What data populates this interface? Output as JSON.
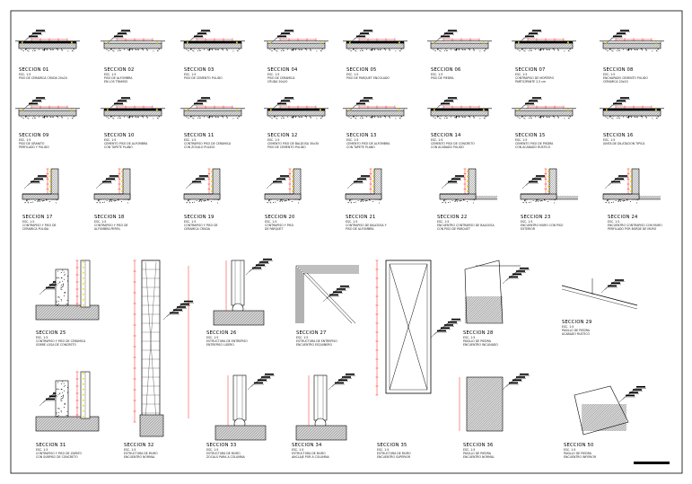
{
  "sheet": {
    "row1": [
      {
        "title": "SECCION 01",
        "lines": [
          "ESC. 1:5",
          "PISO DE CERAMICA CRUDA 20x20"
        ]
      },
      {
        "title": "SECCION 02",
        "lines": [
          "ESC. 1:5",
          "PISO DE ALFOMBRA",
          "EN LOS TRAMOS"
        ]
      },
      {
        "title": "SECCION 03",
        "lines": [
          "ESC. 1:5",
          "PISO DE CEMENTO PULIDO"
        ]
      },
      {
        "title": "SECCION 04",
        "lines": [
          "ESC. 1:5",
          "PISO DE CERAMICA",
          "CRUDA 20x20"
        ]
      },
      {
        "title": "SECCION 05",
        "lines": [
          "ESC. 1:5",
          "PISO DE PARQUET ENCOLADO"
        ]
      },
      {
        "title": "SECCION 06",
        "lines": [
          "ESC. 1:5",
          "PISO DE PIEDRA"
        ]
      },
      {
        "title": "SECCION 07",
        "lines": [
          "ESC. 1:5",
          "CONTRAPISO DE MORTERO",
          "PARTICIPANTE 2,5 cm"
        ]
      },
      {
        "title": "SECCION 08",
        "lines": [
          "ESC. 1:5",
          "ENCHAPADO CEMENTO PULIDO",
          "CERAMICA 20x20"
        ]
      }
    ],
    "row2": [
      {
        "title": "SECCION 09",
        "lines": [
          "ESC. 1:5",
          "PISO DE GRANITO",
          "PERFILADO Y PULIDO"
        ]
      },
      {
        "title": "SECCION 10",
        "lines": [
          "ESC. 1:5",
          "CEMENTO PISO DE ALFOMBRA",
          "CON TAPETE PLANO"
        ]
      },
      {
        "title": "SECCION 11",
        "lines": [
          "ESC. 1:5",
          "CONTRAPISO PISO DE CERAMICA",
          "CON ZOCALO PULIDO"
        ]
      },
      {
        "title": "SECCION 12",
        "lines": [
          "ESC. 1:5",
          "CEMENTO PISO DE BALDOSA 30x30",
          "PISO DE CEMENTO PULIDO"
        ]
      },
      {
        "title": "SECCION 13",
        "lines": [
          "ESC. 1:5",
          "CEMENTO PISO DE ALFOMBRA",
          "CON TAPETE PLANO"
        ]
      },
      {
        "title": "SECCION 14",
        "lines": [
          "ESC. 1:5",
          "CEMENTO PISO DE CONCRETO",
          "CON ACABADO PULIDO"
        ]
      },
      {
        "title": "SECCION 15",
        "lines": [
          "ESC. 1:5",
          "CEMENTO PISO DE PIEDRA",
          "CON ACABADO RUSTICO"
        ]
      },
      {
        "title": "SECCION 16",
        "lines": [
          "ESC. 1:5",
          "JUNTA DE DILATACION TIPICA"
        ]
      }
    ],
    "row3": [
      {
        "title": "SECCION 17",
        "lines": [
          "ESC. 1:5",
          "CONTRAPISO Y PISO DE",
          "CERAMICA PULIDA"
        ]
      },
      {
        "title": "SECCION 18",
        "lines": [
          "ESC. 1:5",
          "CONTRAPISO Y PISO DE",
          "ALFOMBRA PERFIL"
        ]
      },
      {
        "title": "SECCION 19",
        "lines": [
          "ESC. 1:5",
          "CONTRAPISO Y PISO DE",
          "CERAMICA CRUDA"
        ]
      },
      {
        "title": "SECCION 20",
        "lines": [
          "ESC. 1:5",
          "CONTRAPISO Y PISO",
          "DE PARQUET"
        ]
      },
      {
        "title": "SECCION 21",
        "lines": [
          "ESC. 1:5",
          "CONTRAPISO DE BALDOSA Y",
          "PISO DE ALFOMBRA"
        ]
      },
      {
        "title": "SECCION 22",
        "lines": [
          "ESC. 1:5",
          "ENCUENTRO CONTRAPISO DE BALDOSA",
          "CON PISO DE PARQUET"
        ]
      },
      {
        "title": "SECCION 23",
        "lines": [
          "ESC. 1:5",
          "ENCUENTRO MURO CON PISO",
          "EXTERIOR"
        ]
      },
      {
        "title": "SECCION 24",
        "lines": [
          "ESC. 1:5",
          "ENCUENTRO CONTRAPISO CON MURO",
          "PERFILADO POR BORDE DE MURO"
        ]
      }
    ],
    "lower": [
      {
        "title": "SECCION 25",
        "lines": [
          "ESC. 1:5",
          "CONTRAPISO Y PISO DE CERAMICA",
          "SOBRE LOSA DE CONCRETO"
        ]
      },
      {
        "title": "SECCION 26",
        "lines": [
          "ESC. 1:5",
          "ESTRUCTURA DE ENTREPISO",
          "ENTREPISO LIGERO"
        ]
      },
      {
        "title": "SECCION 27",
        "lines": [
          "ESC. 1:5",
          "ESTRUCTURA DE ENTREPISO",
          "ENCUENTRO ESQUINERO"
        ]
      },
      {
        "title": "SECCION 28",
        "lines": [
          "ESC. 1:5",
          "PASILLO DE PIEDRA",
          "ENCUENTRO INCLINADO"
        ]
      },
      {
        "title": "SECCION 29",
        "lines": [
          "ESC. 1:5",
          "PASILLO DE PIEDRA",
          "ACABADO RUSTICO"
        ]
      },
      {
        "title": "SECCION 31",
        "lines": [
          "ESC. 1:5",
          "CONTRAPISO Y PISO DE ZAPATO",
          "CON SUBPISO DE CONCRETO"
        ]
      },
      {
        "title": "SECCION 32",
        "lines": [
          "ESC. 1:5",
          "ESTRUCTURA DE MURO",
          "ENCUENTRO NORMAL"
        ]
      },
      {
        "title": "SECCION 33",
        "lines": [
          "ESC. 1:5",
          "ESTRUCTURA DE MURO",
          "ZOCALO PARA A COLUMNA"
        ]
      },
      {
        "title": "SECCION 34",
        "lines": [
          "ESC. 1:5",
          "ESTRUCTURA DE MURO",
          "ANCLAJE POR A COLUMNA"
        ]
      },
      {
        "title": "SECCION 35",
        "lines": [
          "ESC. 1:5",
          "ESTRUCTURA DE MURO",
          "ENCUENTRO SUPERIOR"
        ]
      },
      {
        "title": "SECCION 36",
        "lines": [
          "ESC. 1:5",
          "PASILLO DE PIEDRA",
          "ENCUENTRO NORMAL"
        ]
      },
      {
        "title": "SECCION 50",
        "lines": [
          "ESC. 1:5",
          "PASILLO DE PIEDRA",
          "ENCUENTRO INFERIOR"
        ]
      }
    ]
  },
  "colors": {
    "ink": "#000000",
    "dimension": "#ff2020",
    "hatch": "#ffd400",
    "paper": "#ffffff"
  }
}
